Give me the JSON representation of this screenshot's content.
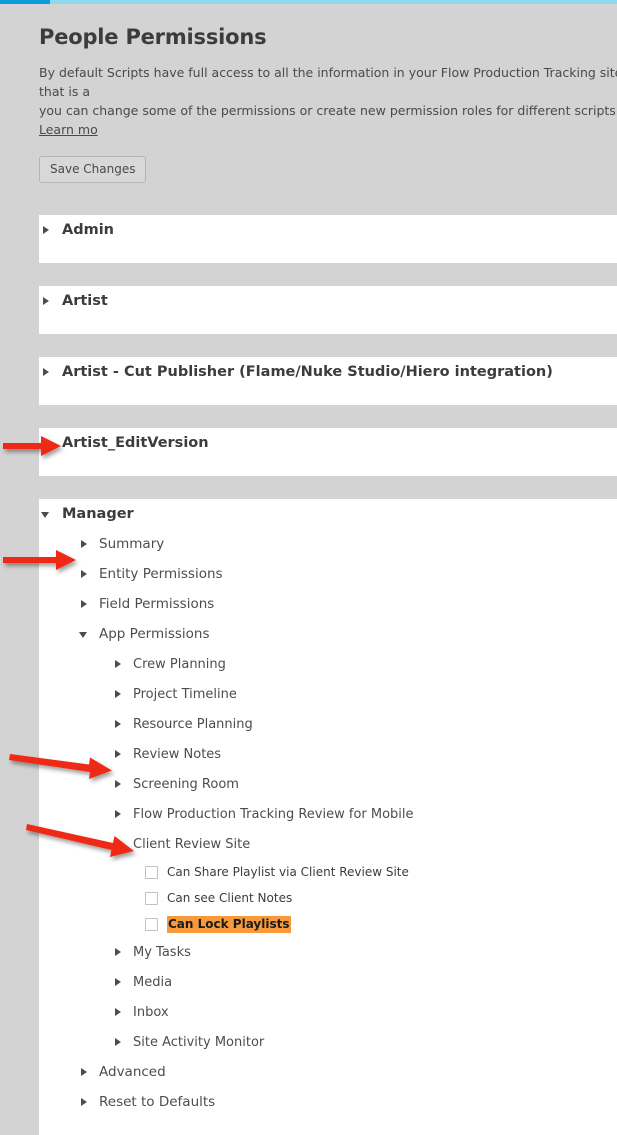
{
  "top_bar": {
    "accent_color": "#0a9ddb",
    "track_color": "#8ed8f0"
  },
  "header": {
    "title": "People Permissions",
    "intro_line1": "By default Scripts have full access to all the information in your Flow Production Tracking site that is a",
    "intro_line2": "you can change some of the permissions or create new permission roles for different scripts. ",
    "intro_link": "Learn mo",
    "save_label": "Save Changes"
  },
  "highlight_color": "#f89a3c",
  "roles": [
    {
      "label": "Admin",
      "expanded": false
    },
    {
      "label": "Artist",
      "expanded": false
    },
    {
      "label": "Artist - Cut Publisher (Flame/Nuke Studio/Hiero integration)",
      "expanded": false
    },
    {
      "label": "Artist_EditVersion",
      "expanded": false
    },
    {
      "label": "Manager",
      "expanded": true
    }
  ],
  "manager": {
    "sections": [
      {
        "label": "Summary",
        "expanded": false
      },
      {
        "label": "Entity Permissions",
        "expanded": false
      },
      {
        "label": "Field Permissions",
        "expanded": false
      },
      {
        "label": "App Permissions",
        "expanded": true
      }
    ],
    "app_permissions": [
      {
        "label": "Crew Planning",
        "expanded": false
      },
      {
        "label": "Project Timeline",
        "expanded": false
      },
      {
        "label": "Resource Planning",
        "expanded": false
      },
      {
        "label": "Review Notes",
        "expanded": false
      },
      {
        "label": "Screening Room",
        "expanded": false
      },
      {
        "label": "Flow Production Tracking Review for Mobile",
        "expanded": false
      },
      {
        "label": "Client Review Site",
        "expanded": true
      },
      {
        "label": "My Tasks",
        "expanded": false
      },
      {
        "label": "Media",
        "expanded": false
      },
      {
        "label": "Inbox",
        "expanded": false
      },
      {
        "label": "Site Activity Monitor",
        "expanded": false
      }
    ],
    "client_review_site_options": [
      {
        "label": "Can Share Playlist via Client Review Site",
        "checked": false,
        "highlighted": false
      },
      {
        "label": "Can see Client Notes",
        "checked": false,
        "highlighted": false
      },
      {
        "label": "Can Lock Playlists",
        "checked": false,
        "highlighted": true
      }
    ],
    "footer_sections": [
      {
        "label": "Advanced",
        "expanded": false
      },
      {
        "label": "Reset to Defaults",
        "expanded": false
      }
    ]
  },
  "annotations": {
    "arrow_color": "#ee2a18",
    "arrows": [
      {
        "target": "manager-role-row"
      },
      {
        "target": "app-permissions-row"
      },
      {
        "target": "client-review-site-row"
      },
      {
        "target": "can-lock-playlists-row"
      }
    ]
  }
}
